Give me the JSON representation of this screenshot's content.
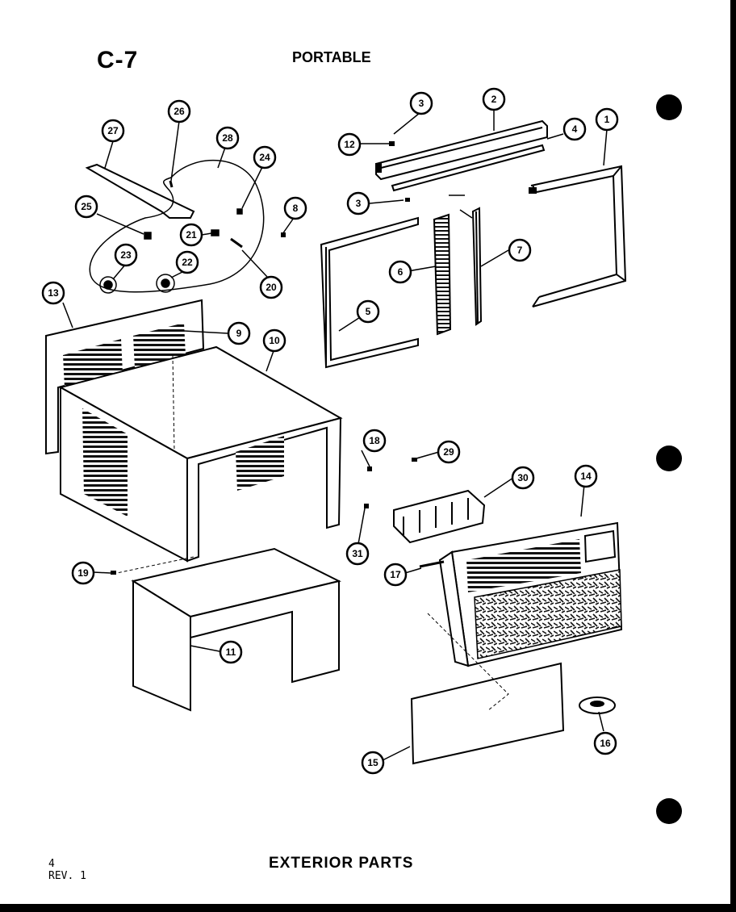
{
  "header": {
    "code": "C-7",
    "title": "PORTABLE"
  },
  "footer": {
    "title": "EXTERIOR PARTS",
    "page": "4",
    "revision": "REV. 1"
  },
  "callouts": [
    "1",
    "2",
    "3",
    "3",
    "4",
    "5",
    "6",
    "7",
    "8",
    "9",
    "10",
    "11",
    "12",
    "13",
    "14",
    "15",
    "16",
    "17",
    "18",
    "19",
    "20",
    "21",
    "22",
    "23",
    "24",
    "25",
    "26",
    "27",
    "28",
    "29",
    "30",
    "31"
  ],
  "binder_holes": 3
}
